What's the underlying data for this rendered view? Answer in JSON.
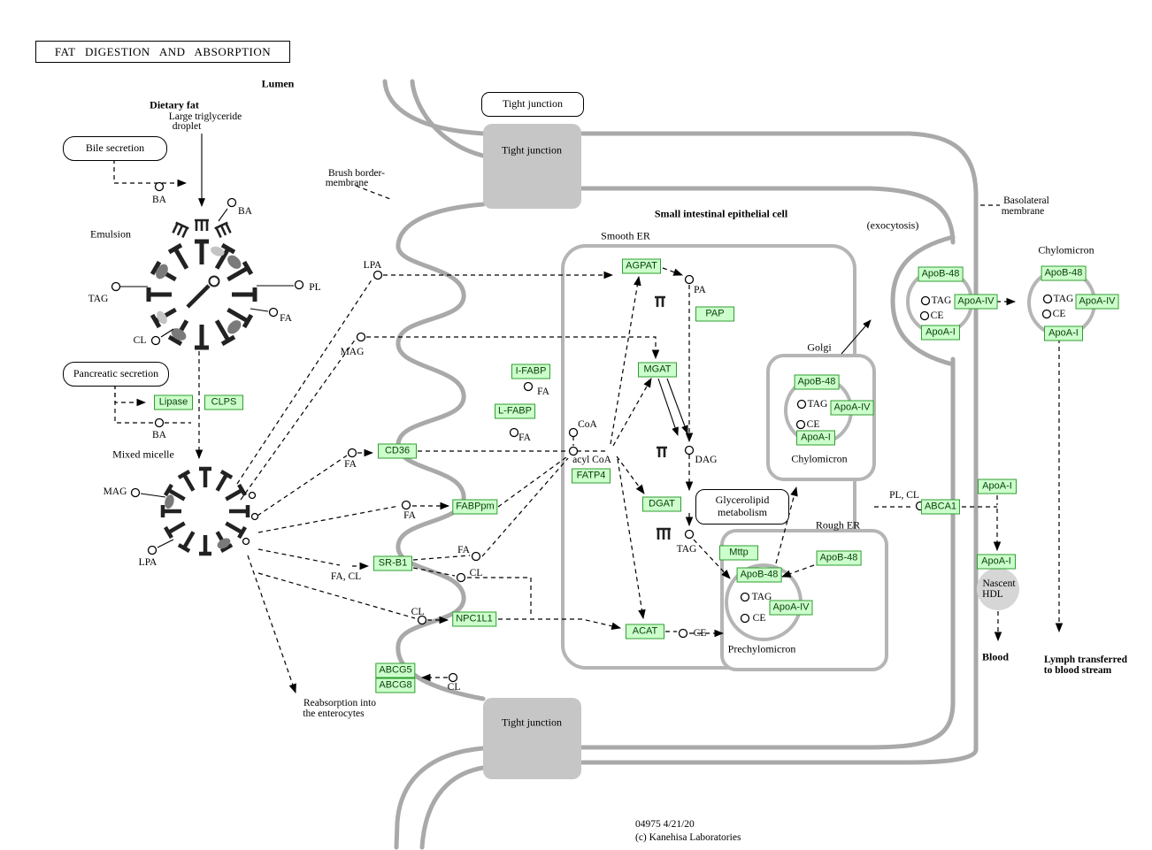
{
  "title": "FAT DIGESTION AND ABSORPTION",
  "footer": {
    "map_id": "04975 4/21/20",
    "copyright": "(c) Kanehisa Laboratories"
  },
  "colors": {
    "gene_fill": "#ccffcc",
    "gene_border": "#2f9e2f",
    "membrane_gray": "#a9a9a9",
    "organelle_gray": "#b5b5b5",
    "junction_gray": "#c6c6c6"
  },
  "labels": {
    "lumen": "Lumen",
    "dietary_fat": "Dietary fat",
    "droplet_l1": "Large triglyceride",
    "droplet_l2": "droplet",
    "emulsion": "Emulsion",
    "mixed_micelle": "Mixed micelle",
    "brush_l1": "Brush border-",
    "brush_l2": "membrane",
    "tight_junction": "Tight junction",
    "epithelial": "Small intestinal epithelial cell",
    "smooth_er": "Smooth ER",
    "rough_er": "Rough ER",
    "golgi": "Golgi",
    "exocytosis": "(exocytosis)",
    "chylomicron": "Chylomicron",
    "prechylomicron": "Prechylomicron",
    "nascent_l1": "Nascent",
    "nascent_l2": "HDL",
    "blood": "Blood",
    "lymph_l1": "Lymph transferred",
    "lymph_l2": "to blood stream",
    "basolateral_l1": "Basolateral",
    "basolateral_l2": "membrane",
    "reab_l1": "Reabsorption into",
    "reab_l2": "the enterocytes",
    "acyl_coa": "acyl CoA"
  },
  "processes": {
    "bile_secretion": "Bile secretion",
    "pancreatic_secretion": "Pancreatic secretion",
    "glycerolipid_l1": "Glycerolipid",
    "glycerolipid_l2": "metabolism"
  },
  "metabolites": {
    "ba": "BA",
    "tag": "TAG",
    "pl": "PL",
    "fa": "FA",
    "cl": "CL",
    "mag": "MAG",
    "lpa": "LPA",
    "pa": "PA",
    "dag": "DAG",
    "ce": "CE",
    "coa": "CoA",
    "fa_cl": "FA, CL",
    "pl_cl": "PL, CL"
  },
  "genes": {
    "lipase": "Lipase",
    "clps": "CLPS",
    "agpat": "AGPAT",
    "pap": "PAP",
    "mgat": "MGAT",
    "i_fabp": "I-FABP",
    "l_fabp": "L-FABP",
    "cd36": "CD36",
    "fatp4": "FATP4",
    "fabppm": "FABPpm",
    "sr_b1": "SR-B1",
    "npc1l1": "NPC1L1",
    "abcg5": "ABCG5",
    "abcg8": "ABCG8",
    "dgat": "DGAT",
    "acat": "ACAT",
    "mttp": "Mttp",
    "apob48": "ApoB-48",
    "apoa4": "ApoA-IV",
    "apoa1": "ApoA-I",
    "abca1": "ABCA1"
  }
}
